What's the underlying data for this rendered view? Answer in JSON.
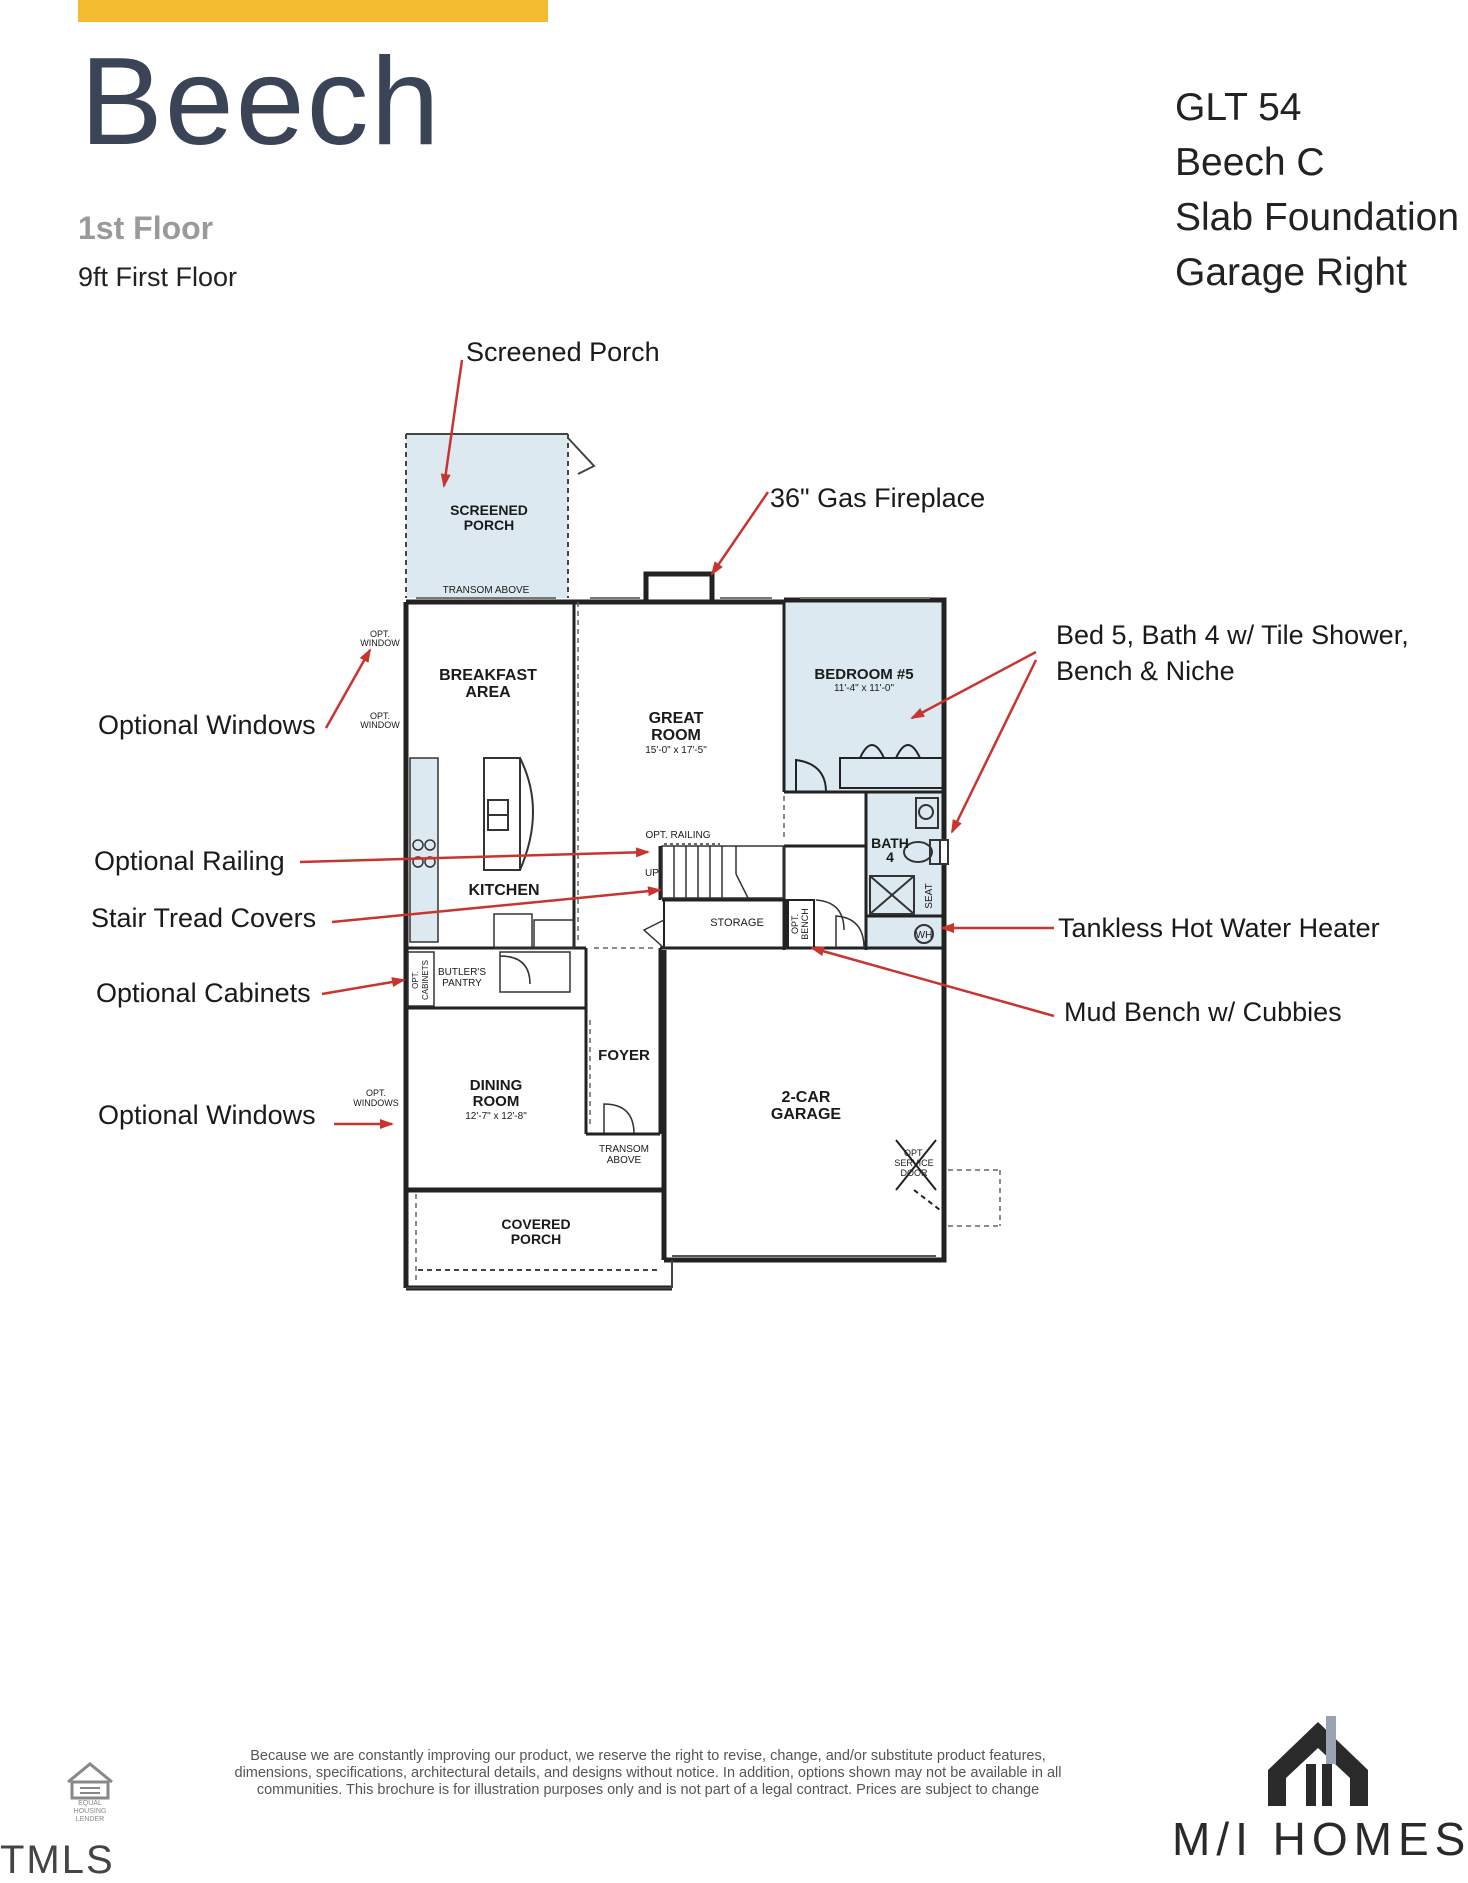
{
  "header": {
    "title": "Beech",
    "floor": "1st Floor",
    "ceiling": "9ft First Floor"
  },
  "specs": [
    "GLT 54",
    "Beech C",
    "Slab Foundation",
    "Garage Right"
  ],
  "callouts": {
    "screened_porch": "Screened Porch",
    "gas_fireplace": "36\" Gas Fireplace",
    "bed5_line1": "Bed 5, Bath 4 w/ Tile Shower,",
    "bed5_line2": "Bench & Niche",
    "optional_windows_top": "Optional Windows",
    "optional_railing": "Optional Railing",
    "stair_tread": "Stair Tread Covers",
    "tankless": "Tankless Hot Water Heater",
    "optional_cabinets": "Optional Cabinets",
    "mud_bench": "Mud Bench w/ Cubbies",
    "optional_windows_bottom": "Optional Windows"
  },
  "rooms": {
    "screened_porch_1": "SCREENED",
    "screened_porch_2": "PORCH",
    "transom_above": "TRANSOM ABOVE",
    "breakfast_1": "BREAKFAST",
    "breakfast_2": "AREA",
    "great_1": "GREAT",
    "great_2": "ROOM",
    "great_dim": "15'-0\" x 17'-5\"",
    "bedroom": "BEDROOM #5",
    "bedroom_dim": "11'-4\" x 11'-0\"",
    "bath_1": "BATH",
    "bath_2": "4",
    "seat": "SEAT",
    "wh": "WH",
    "kitchen": "KITCHEN",
    "opt_railing": "OPT. RAILING",
    "up": "UP",
    "storage": "STORAGE",
    "opt_bench_1": "OPT.",
    "opt_bench_2": "BENCH",
    "opt_window_1a": "OPT.",
    "opt_window_1b": "WINDOW",
    "opt_window_2a": "OPT.",
    "opt_window_2b": "WINDOW",
    "opt_cabinets_1": "OPT.",
    "opt_cabinets_2": "CABINETS",
    "butlers_1": "BUTLER'S",
    "butlers_2": "PANTRY",
    "foyer": "FOYER",
    "dining_1": "DINING",
    "dining_2": "ROOM",
    "dining_dim": "12'-7\" x 12'-8\"",
    "opt_windows_a": "OPT.",
    "opt_windows_b": "WINDOWS",
    "transom_1": "TRANSOM",
    "transom_2": "ABOVE",
    "garage_1": "2-CAR",
    "garage_2": "GARAGE",
    "service_1": "OPT.",
    "service_2": "SERVICE",
    "service_3": "DOOR",
    "covered_1": "COVERED",
    "covered_2": "PORCH"
  },
  "footer": {
    "disclaimer": "Because we are constantly improving our product, we reserve the right to revise, change, and/or substitute product features, dimensions, specifications, architectural details, and designs without notice. In addition, options shown may not be available in all communities. This brochure is for illustration purposes only and is not part of a legal contract. Prices are subject to change",
    "brand": "M/I HOMES",
    "equal_housing": "EQUAL HOUSING LENDER",
    "mls": "TMLS"
  },
  "colors": {
    "accent_bar": "#f2bb30",
    "title": "#3a4456",
    "room_fill": "#dce9f0",
    "arrow": "#c8342f"
  }
}
